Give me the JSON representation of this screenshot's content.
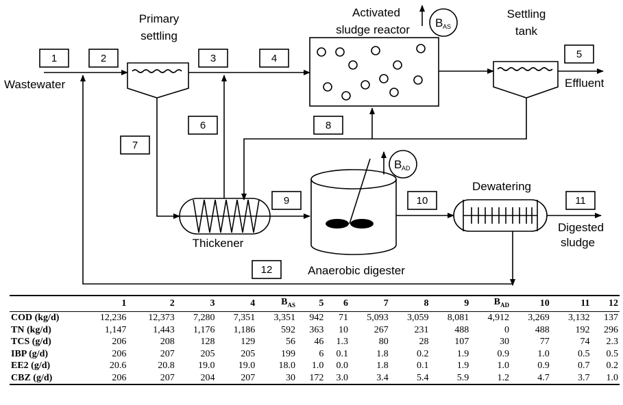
{
  "diagram": {
    "units": {
      "primary_settling_line1": "Primary",
      "primary_settling_line2": "settling",
      "asr_line1": "Activated",
      "asr_line2": "sludge reactor",
      "settling_line1": "Settling",
      "settling_line2": "tank",
      "thickener": "Thickener",
      "digester": "Anaerobic digester",
      "dewatering": "Dewatering"
    },
    "terminals": {
      "wastewater": "Wastewater",
      "effluent": "Effluent",
      "digested_line1": "Digested",
      "digested_line2": "sludge"
    },
    "biomass": {
      "as_main": "B",
      "as_sub": "AS",
      "ad_main": "B",
      "ad_sub": "AD"
    },
    "streams": [
      "1",
      "2",
      "3",
      "4",
      "5",
      "6",
      "7",
      "8",
      "9",
      "10",
      "11",
      "12"
    ]
  },
  "table": {
    "columns": [
      "1",
      "2",
      "3",
      "4",
      "B|AS",
      "5",
      "6",
      "7",
      "8",
      "9",
      "B|AD",
      "10",
      "11",
      "12"
    ],
    "rows": [
      {
        "label": "COD (kg/d)",
        "values": [
          "12,236",
          "12,373",
          "7,280",
          "7,351",
          "3,351",
          "942",
          "71",
          "5,093",
          "3,059",
          "8,081",
          "4,912",
          "3,269",
          "3,132",
          "137"
        ]
      },
      {
        "label": "TN (kg/d)",
        "values": [
          "1,147",
          "1,443",
          "1,176",
          "1,186",
          "592",
          "363",
          "10",
          "267",
          "231",
          "488",
          "0",
          "488",
          "192",
          "296"
        ]
      },
      {
        "label": "TCS (g/d)",
        "values": [
          "206",
          "208",
          "128",
          "129",
          "56",
          "46",
          "1.3",
          "80",
          "28",
          "107",
          "30",
          "77",
          "74",
          "2.3"
        ]
      },
      {
        "label": "IBP (g/d)",
        "values": [
          "206",
          "207",
          "205",
          "205",
          "199",
          "6",
          "0.1",
          "1.8",
          "0.2",
          "1.9",
          "0.9",
          "1.0",
          "0.5",
          "0.5"
        ]
      },
      {
        "label": "EE2 (g/d)",
        "values": [
          "20.6",
          "20.8",
          "19.0",
          "19.0",
          "18.0",
          "1.0",
          "0.0",
          "1.8",
          "0.1",
          "1.9",
          "1.0",
          "0.9",
          "0.7",
          "0.2"
        ]
      },
      {
        "label": "CBZ (g/d)",
        "values": [
          "206",
          "207",
          "204",
          "207",
          "30",
          "172",
          "3.0",
          "3.4",
          "5.4",
          "5.9",
          "1.2",
          "4.7",
          "3.7",
          "1.0"
        ]
      }
    ]
  }
}
